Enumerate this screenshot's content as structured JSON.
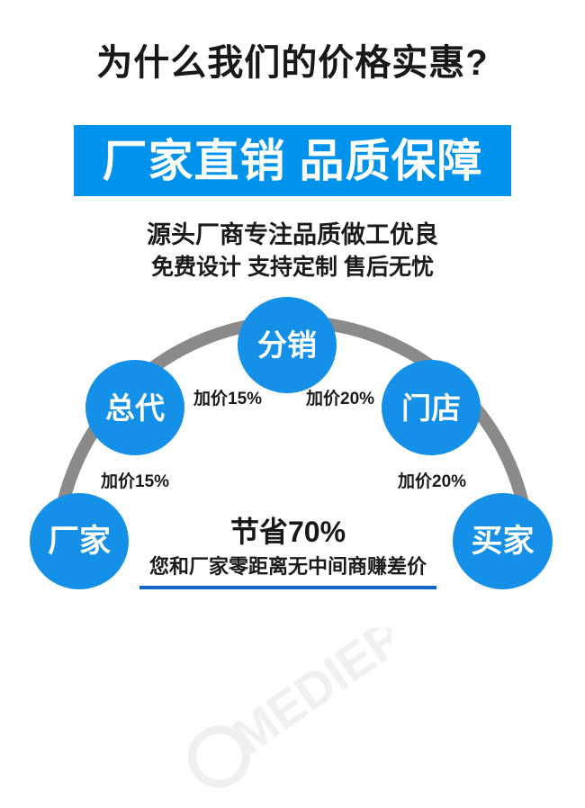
{
  "page": {
    "title": "为什么我们的价格实惠?",
    "background_color": "#ffffff"
  },
  "banner": {
    "text": "厂家直销 品质保障",
    "background_color": "#0093ee",
    "text_color": "#ffffff"
  },
  "subheadings": {
    "line1": "源头厂商专注品质做工优良",
    "line2": "免费设计 支持定制 售后无忧"
  },
  "diagram": {
    "type": "supply-chain-arc",
    "node_color": "#1490e8",
    "arc_color": "#8a8a8a",
    "nodes": [
      {
        "id": "factory",
        "label": "厂家"
      },
      {
        "id": "agent",
        "label": "总代"
      },
      {
        "id": "distributor",
        "label": "分销"
      },
      {
        "id": "store",
        "label": "门店"
      },
      {
        "id": "buyer",
        "label": "买家"
      }
    ],
    "edge_labels": [
      {
        "id": "factory-to-agent",
        "label": "加价15%"
      },
      {
        "id": "agent-to-distributor",
        "label": "加价15%"
      },
      {
        "id": "distributor-to-store",
        "label": "加价20%"
      },
      {
        "id": "store-to-buyer",
        "label": "加价20%"
      }
    ],
    "savings": {
      "headline": "节省70%",
      "subtext": "您和厂家零距离无中间商赚差价",
      "underline_color": "#1464c8"
    }
  },
  "watermark": {
    "text": "MEDIER",
    "color": "#f0f0f2"
  }
}
